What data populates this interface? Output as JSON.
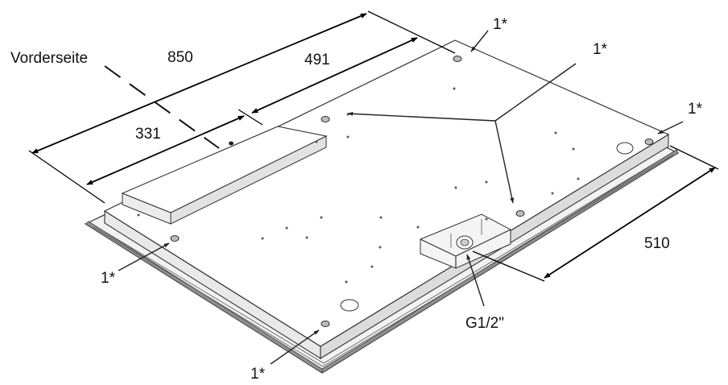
{
  "labels": {
    "front_side": "Vorderseite",
    "dim_total_length": "850",
    "dim_rear_length": "491",
    "dim_front_length": "331",
    "dim_width": "510",
    "connection": "G1/2\"",
    "mount_top": "1*",
    "mount_center": "1*",
    "mount_right": "1*",
    "mount_left": "1*",
    "mount_bottom": "1*"
  },
  "colors": {
    "line": "#333333",
    "panel_top": "#ffffff",
    "panel_side": "#e9e9e9",
    "frame": "#a8a8a8"
  }
}
